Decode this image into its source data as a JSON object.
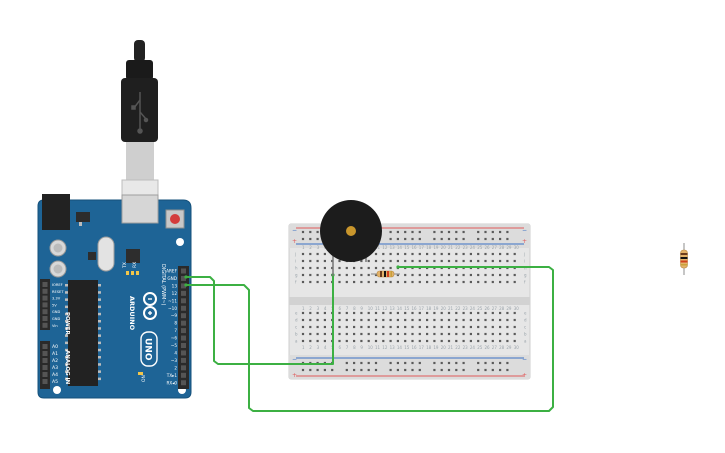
{
  "workspace": {
    "title": "",
    "background": "#ffffff"
  },
  "arduino": {
    "board_name": "UNO",
    "brand_text": "ARDUINO",
    "digital_header": "DIGITAL (PWM~)",
    "power_header": "POWER",
    "analog_header": "ANALOG IN",
    "on_label": "ON",
    "tx_label": "TX",
    "rx_label": "RX",
    "l_label": "L",
    "power_pins": [
      "IOREF",
      "RESET",
      "3.3V",
      "5V",
      "GND",
      "GND",
      "Vin"
    ],
    "analog_pins": [
      "A0",
      "A1",
      "A2",
      "A3",
      "A4",
      "A5"
    ],
    "digital_pins": [
      "AREF",
      "GND",
      "13",
      "12",
      "~11",
      "~10",
      "~9",
      "8",
      "7",
      "~6",
      "~5",
      "4",
      "~3",
      "2",
      "TX▸1",
      "RX◂0"
    ],
    "color": "#1e6496"
  },
  "breadboard": {
    "row_letters_top": [
      "j",
      "i",
      "h",
      "g",
      "f"
    ],
    "row_letters_bottom": [
      "e",
      "d",
      "c",
      "b",
      "a"
    ],
    "columns": 30,
    "rail_plus": "+",
    "rail_minus": "−"
  },
  "components": {
    "buzzer": "piezo-buzzer",
    "resistor_on_board": "resistor",
    "resistor_spare": "resistor"
  },
  "colors": {
    "wire": "#3cb043",
    "rail_red": "#e05a5a",
    "rail_blue": "#3a6fc4"
  }
}
